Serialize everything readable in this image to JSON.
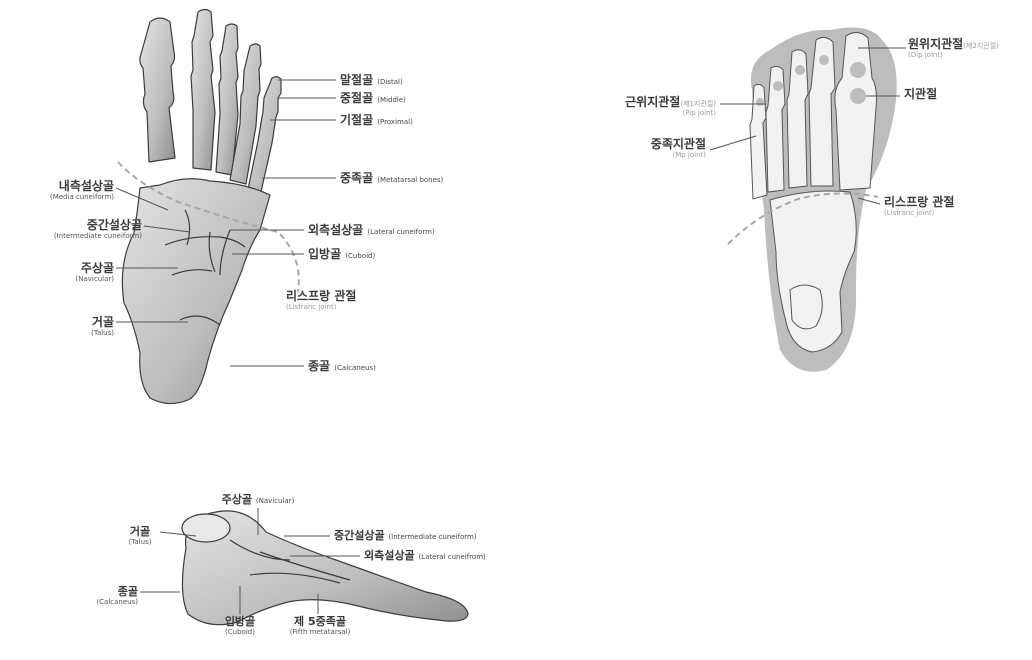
{
  "colors": {
    "bone": "#cfcfcf",
    "bone_dark": "#8a8a8a",
    "outline": "#3c3c3c",
    "leader": "#555555",
    "dashed": "#a8a8a8",
    "foot_bg": "#bdbdbd",
    "bone_light": "#f2f2f2"
  },
  "dorsal": {
    "distal": {
      "ko": "말절골",
      "en": "(Distal)"
    },
    "middle": {
      "ko": "중절골",
      "en": "(Middle)"
    },
    "proximal": {
      "ko": "기절골",
      "en": "(Proximal)"
    },
    "metatarsal": {
      "ko": "중족골",
      "en": "(Metatarsal bones)"
    },
    "lateral_cuneiform": {
      "ko": "외측설상골",
      "en": "(Lateral cuneiform)"
    },
    "cuboid": {
      "ko": "입방골",
      "en": "(Cuboid)"
    },
    "lisfranc": {
      "ko": "리스프랑 관절",
      "en": "(Lisfranc joint)"
    },
    "calcaneus": {
      "ko": "종골",
      "en": "(Calcaneus)"
    },
    "medial_cuneiform": {
      "ko": "내측설상골",
      "en": "(Media cuneiform)"
    },
    "intermediate_cuneiform": {
      "ko": "중간설상골",
      "en": "(Intermediate cuneiform)"
    },
    "navicular": {
      "ko": "주상골",
      "en": "(Navicular)"
    },
    "talus": {
      "ko": "거골",
      "en": "(Talus)"
    }
  },
  "plantar": {
    "dip": {
      "ko": "원위지관절",
      "alt": "(제2지관절)",
      "en": "(Dip joint)"
    },
    "ip": {
      "ko": "지관절"
    },
    "pip": {
      "ko": "근위지관절",
      "alt": "(제1지관절)",
      "en": "(Pip joint)"
    },
    "mp": {
      "ko": "중족지관절",
      "en": "(Mp joint)"
    },
    "lisfranc": {
      "ko": "리스프랑 관절",
      "en": "(Lisfranc joint)"
    }
  },
  "lateral": {
    "navicular": {
      "ko": "주상골",
      "en": "(Navicular)"
    },
    "talus": {
      "ko": "거골",
      "en": "(Talus)"
    },
    "intermediate_cuneiform": {
      "ko": "중간설상골",
      "en": "(Intermediate cuneiform)"
    },
    "lateral_cuneiform": {
      "ko": "외측설상골",
      "en": "(Lateral cuneifrom)"
    },
    "calcaneus": {
      "ko": "종골",
      "en": "(Calcaneus)"
    },
    "cuboid": {
      "ko": "입방골",
      "en": "(Cuboid)"
    },
    "fifth_metatarsal": {
      "ko": "제 5중족골",
      "en": "(Fifth metatarsal)"
    }
  }
}
